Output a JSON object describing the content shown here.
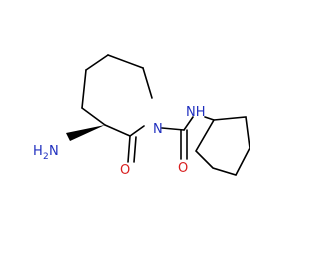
{
  "molecule": {
    "labels": {
      "ring_nitrogen": "N",
      "amide_nh": "NH",
      "amine_h2": "H",
      "amine_sub": "2",
      "amine_n": "N",
      "carbonyl_o_ring": "O",
      "carbonyl_o_urea": "O"
    },
    "colors": {
      "bond": "#000000",
      "nitrogen": "#1f2fbf",
      "oxygen": "#d81e1e"
    }
  }
}
